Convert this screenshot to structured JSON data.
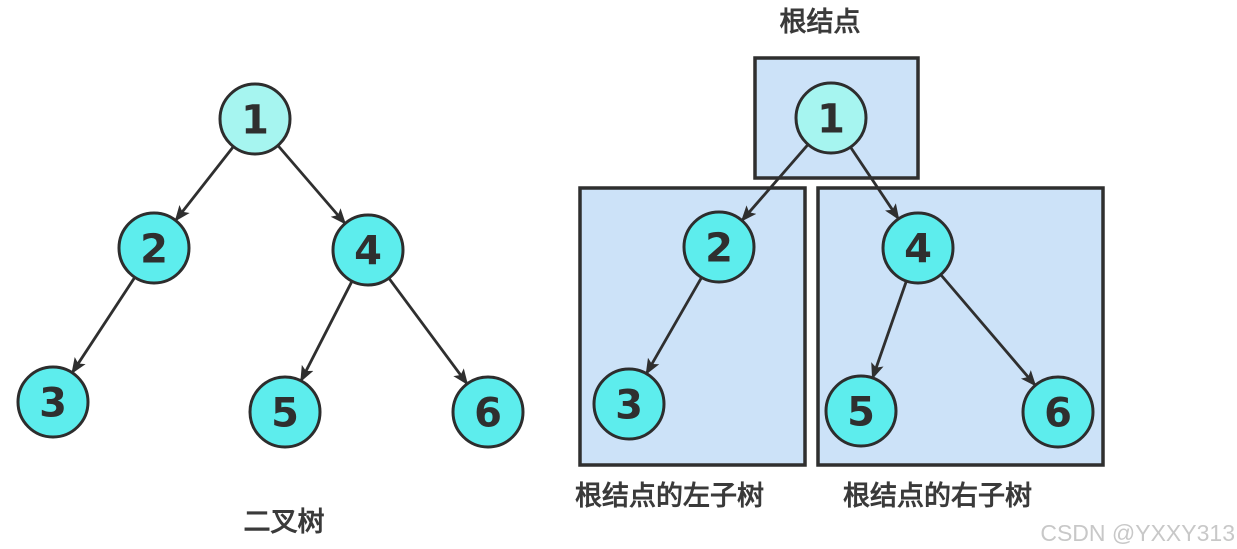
{
  "watermark": "CSDN @YXXY313",
  "colors": {
    "node_fill": "#5deded",
    "root_node_fill": "#a6f5f0",
    "box_fill": "#cce2f8",
    "outline": "#2f2f2f",
    "label_text": "#3a3a3a",
    "watermark_text": "#c8c8c8"
  },
  "left_diagram": {
    "caption": "二叉树",
    "nodes": {
      "n1": "1",
      "n2": "2",
      "n3": "3",
      "n4": "4",
      "n5": "5",
      "n6": "6"
    },
    "edges": [
      [
        "1",
        "2"
      ],
      [
        "1",
        "4"
      ],
      [
        "2",
        "3"
      ],
      [
        "4",
        "5"
      ],
      [
        "4",
        "6"
      ]
    ]
  },
  "right_diagram": {
    "root_caption": "根结点",
    "left_subtree_caption": "根结点的左子树",
    "right_subtree_caption": "根结点的右子树",
    "nodes": {
      "n1": "1",
      "n2": "2",
      "n3": "3",
      "n4": "4",
      "n5": "5",
      "n6": "6"
    },
    "edges": [
      [
        "1",
        "2"
      ],
      [
        "1",
        "4"
      ],
      [
        "2",
        "3"
      ],
      [
        "4",
        "5"
      ],
      [
        "4",
        "6"
      ]
    ]
  }
}
